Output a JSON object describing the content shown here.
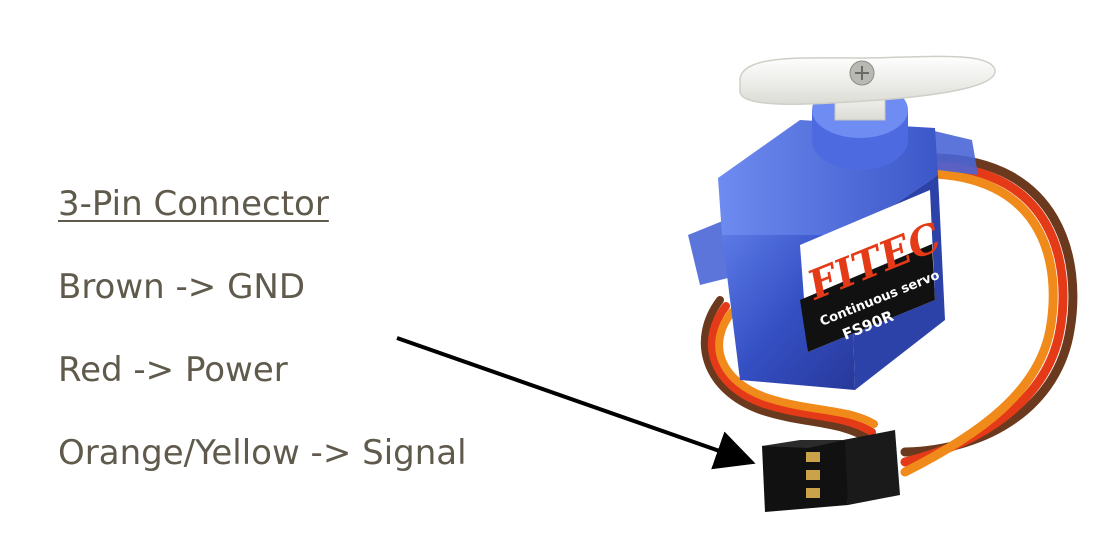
{
  "heading": "3-Pin Connector",
  "pins": [
    {
      "label": "Brown -> GND",
      "color": "#6b3a1e"
    },
    {
      "label": "Red -> Power",
      "color": "#e43a17"
    },
    {
      "label": "Orange/Yellow -> Signal",
      "color": "#f08a1a"
    }
  ],
  "servo": {
    "brand": "FITEC",
    "type": "Continuous servo",
    "model": "FS90R",
    "body_color": "#3a56c8",
    "horn_color": "#f2f2ee"
  },
  "text_color": "#5f5a4c"
}
